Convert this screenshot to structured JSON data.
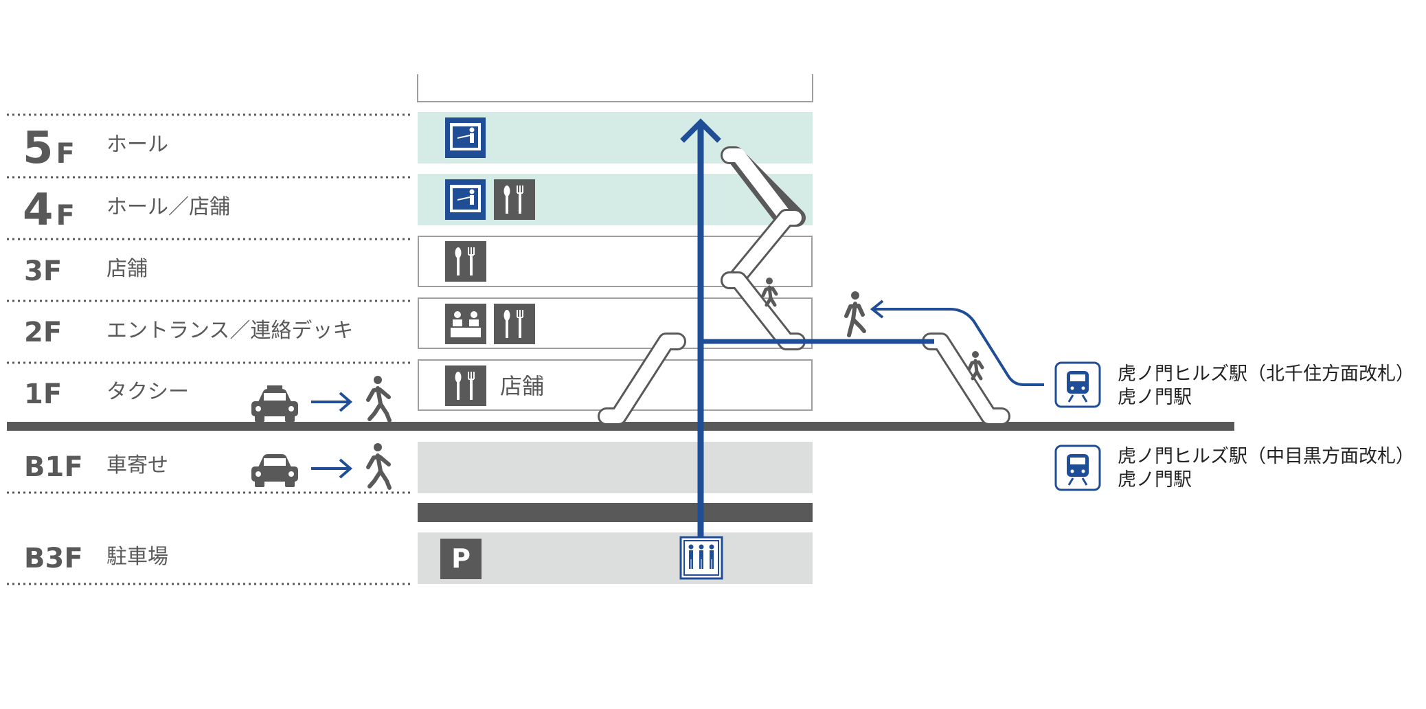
{
  "colors": {
    "accent_blue": "#1f4e96",
    "dark_gray": "#595959",
    "frame_gray": "#9e9e9e",
    "green_fill": "#d5ebe6",
    "gray_fill": "#dcdedd"
  },
  "floors": [
    {
      "num": "5",
      "suffix": "F",
      "label": "ホール"
    },
    {
      "num": "4",
      "suffix": "F",
      "label": "ホール／店舗"
    },
    {
      "num": "3F",
      "suffix": "",
      "label": "店舗"
    },
    {
      "num": "2F",
      "suffix": "",
      "label": "エントランス／連絡デッキ"
    },
    {
      "num": "1F",
      "suffix": "",
      "label": "タクシー"
    },
    {
      "num": "B1F",
      "suffix": "",
      "label": "車寄せ"
    },
    {
      "num": "B3F",
      "suffix": "",
      "label": "駐車場"
    }
  ],
  "zone_1f_label": "店舗",
  "parking_label": "P",
  "stations": [
    {
      "line1": "虎ノ門ヒルズ駅（北千住方面改札）",
      "line2": "虎ノ門駅"
    },
    {
      "line1": "虎ノ門ヒルズ駅（中目黒方面改札）",
      "line2": "虎ノ門駅"
    }
  ],
  "icons": [
    "hall-icon",
    "restaurant-icon",
    "meeting-icon",
    "taxi-icon",
    "car-icon",
    "walker-icon",
    "elevator-icon",
    "train-icon",
    "parking-icon",
    "escalator"
  ]
}
